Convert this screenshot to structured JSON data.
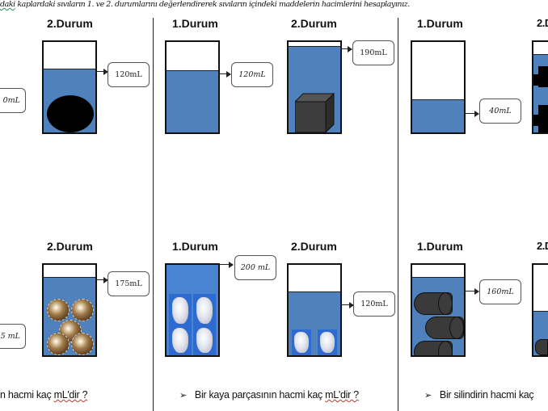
{
  "instruction": {
    "text_before": "daki kaplardaki sıvıların 1. ve 2. durumlarını değerlendirerek sıvıların içindeki maddelerin hacimlerini hesaplayınız.",
    "squiggle_part": "daki"
  },
  "colors": {
    "water": "#4f81bd",
    "beaker_border": "#111111",
    "cube": "#3a3a3a"
  },
  "panels": [
    {
      "id": "top-left",
      "states": [
        {
          "title": "2.Durum",
          "label": "120mL",
          "object": "black-ellipse"
        }
      ],
      "partial_label": "0mL"
    },
    {
      "id": "top-middle",
      "states": [
        {
          "title": "1.Durum",
          "label": "120mL"
        },
        {
          "title": "2.Durum",
          "label": "190mL",
          "object": "dark-cube"
        }
      ]
    },
    {
      "id": "top-right",
      "states": [
        {
          "title": "1.Durum",
          "label": "40mL"
        },
        {
          "title": "2.D",
          "object": "black-blocks"
        }
      ]
    },
    {
      "id": "bottom-left",
      "states": [
        {
          "title": "2.Durum",
          "label": "175mL",
          "object": "metal-spheres"
        }
      ],
      "partial_label": "5 mL"
    },
    {
      "id": "bottom-middle",
      "states": [
        {
          "title": "1.Durum",
          "label": "200 mL",
          "object": "rocks-4"
        },
        {
          "title": "2.Durum",
          "label": "120mL",
          "object": "rocks-2"
        }
      ]
    },
    {
      "id": "bottom-right",
      "states": [
        {
          "title": "1.Durum",
          "label": "160mL",
          "object": "cylinders-3"
        },
        {
          "title": "2.D",
          "object": "cylinders"
        }
      ]
    }
  ],
  "questions": [
    {
      "text": "n hacmi kaç ",
      "sq": "mL'dir ?",
      "bullet": ""
    },
    {
      "text": "Bir kaya parçasının hacmi kaç ",
      "sq": "mL'dir ?",
      "bullet": "➢"
    },
    {
      "text": "Bir silindirin hacmi kaç",
      "sq": "",
      "bullet": "➢"
    }
  ]
}
